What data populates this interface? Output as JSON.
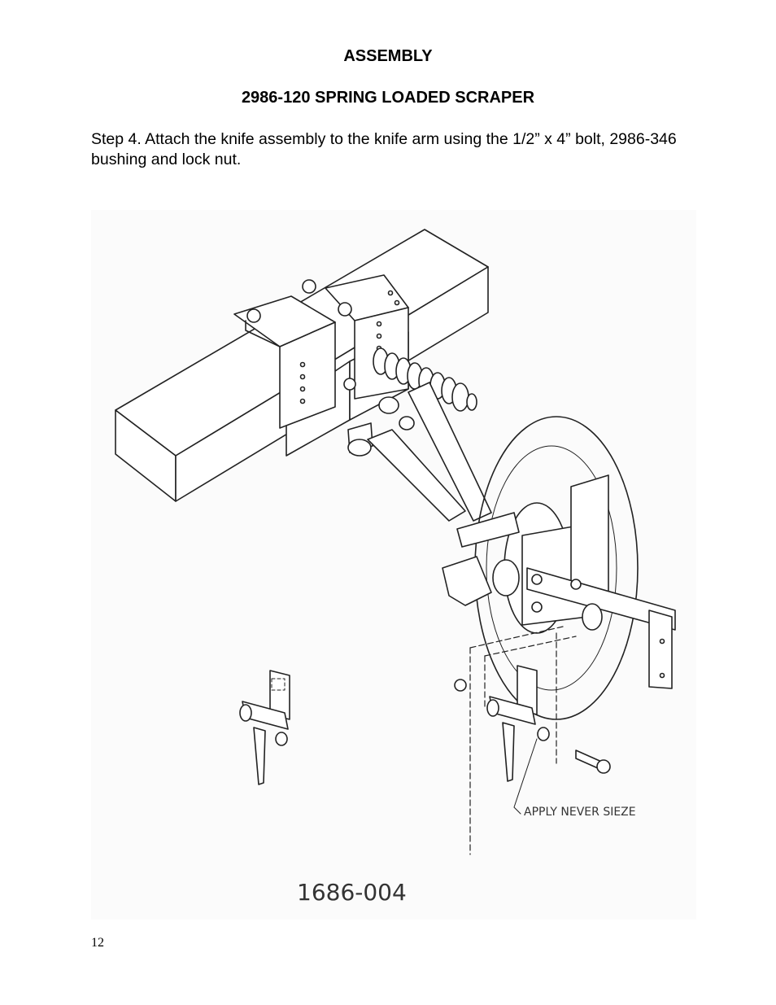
{
  "document": {
    "heading": "ASSEMBLY",
    "subheading": "2986-120 SPRING LOADED SCRAPER",
    "step_text": "Step 4.  Attach the knife assembly to the knife arm using the 1/2” x 4” bolt, 2986-346 bushing and lock nut.",
    "figure": {
      "callout": "APPLY NEVER SIEZE",
      "drawing_number": "1686-004"
    },
    "page_number": "12"
  }
}
